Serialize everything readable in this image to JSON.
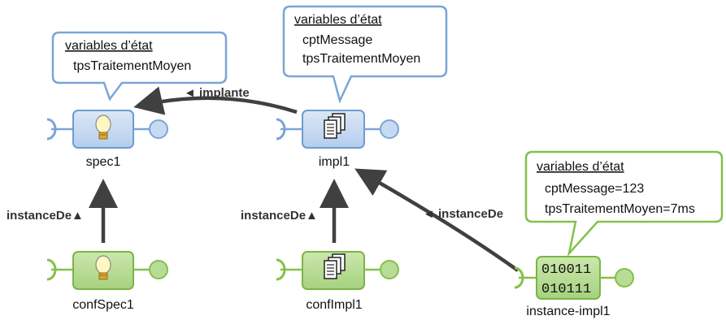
{
  "colors": {
    "blue_stroke": "#7aa5d6",
    "blue_fill": "#c6daf2",
    "green_stroke": "#84c04a",
    "green_fill": "#b8dc96",
    "arrow": "#404040"
  },
  "nodes": {
    "spec1": {
      "label": "spec1",
      "icon": "lightbulb-icon"
    },
    "impl1": {
      "label": "impl1",
      "icon": "documents-icon"
    },
    "confSpec1": {
      "label": "confSpec1",
      "icon": "lightbulb-icon"
    },
    "confImpl1": {
      "label": "confImpl1",
      "icon": "documents-icon"
    },
    "instance_impl1": {
      "label": "instance-impl1",
      "binary": [
        "010011",
        "010111"
      ]
    }
  },
  "bubbles": {
    "spec1": {
      "title": "variables d’état",
      "lines": [
        "tpsTraitementMoyen"
      ]
    },
    "impl1": {
      "title": "variables d’état",
      "lines": [
        "cptMessage",
        "tpsTraitementMoyen"
      ]
    },
    "instance_impl1": {
      "title": "variables d’état",
      "lines": [
        "cptMessage=123",
        "tpsTraitementMoyen=7ms"
      ]
    }
  },
  "edges": {
    "implante": "◄ implante",
    "instanceDe_spec": "instanceDe▲",
    "instanceDe_impl": "instanceDe▲",
    "instanceDe_instance": "◄ instanceDe"
  }
}
